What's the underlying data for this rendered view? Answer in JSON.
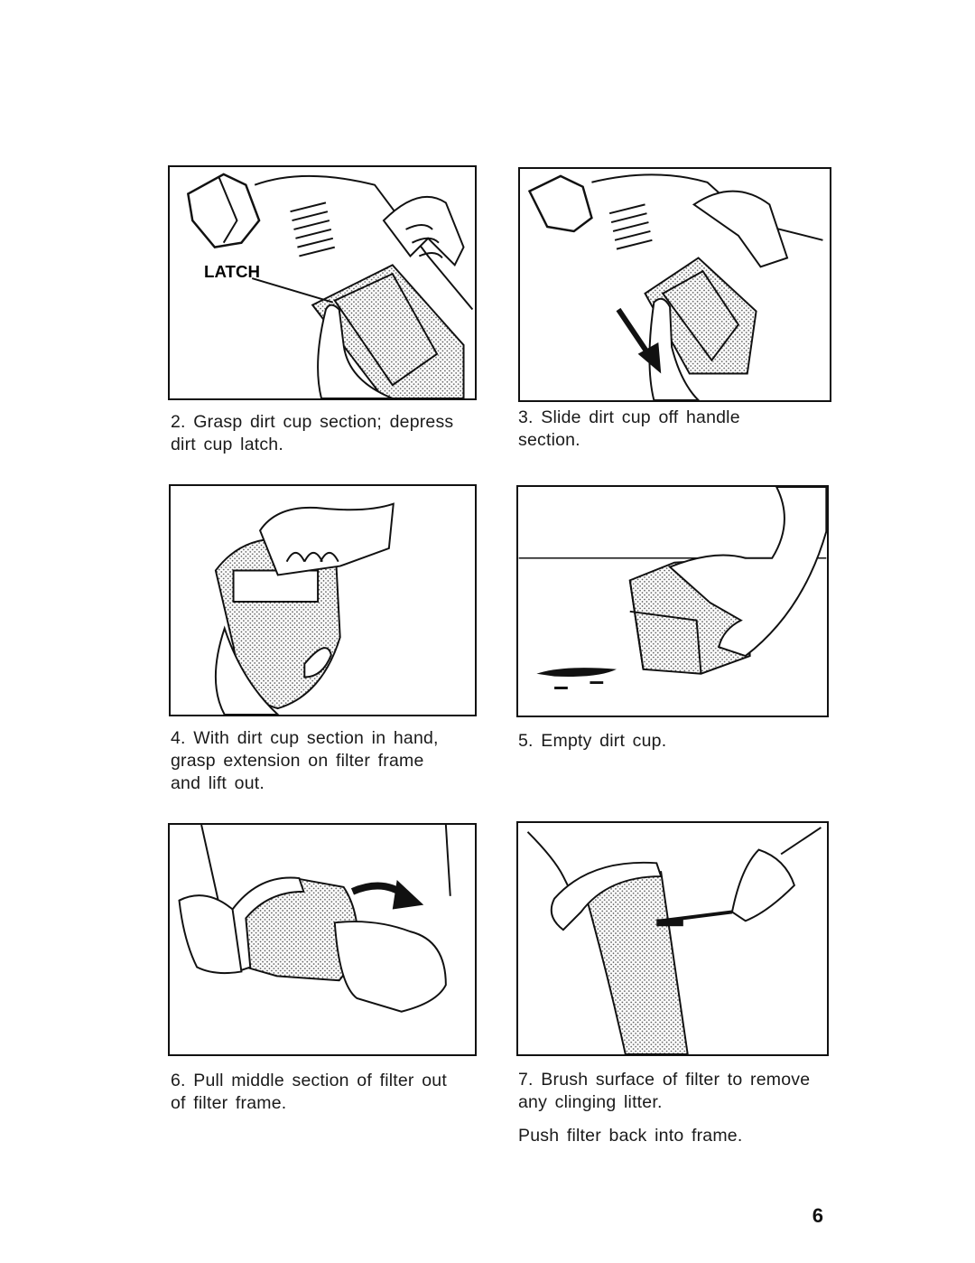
{
  "steps": [
    {
      "number": "2.",
      "text_line1": "Grasp dirt cup section; depress",
      "text_line2": "dirt cup latch."
    },
    {
      "number": "3.",
      "text_line1": "Slide dirt cup off handle",
      "text_line2": "section."
    },
    {
      "number": "4.",
      "text_line1": "With dirt cup section in hand,",
      "text_line2": "grasp extension on filter frame",
      "text_line3": "and lift out."
    },
    {
      "number": "5.",
      "text_line1": "Empty dirt cup."
    },
    {
      "number": "6.",
      "text_line1": "Pull middle section of filter out",
      "text_line2": "of filter frame."
    },
    {
      "number": "7.",
      "text_line1": "Brush surface of filter to remove",
      "text_line2": "any clinging litter.",
      "extra": "Push filter back into frame."
    }
  ],
  "labels": {
    "latch": "LATCH"
  },
  "page_number": "6",
  "illustrations": [
    {
      "name": "latch-illustration",
      "icon": "hand-depressing-latch"
    },
    {
      "name": "slide-off-illustration",
      "icon": "hand-sliding-cup"
    },
    {
      "name": "lift-filter-illustration",
      "icon": "hand-lifting-filter"
    },
    {
      "name": "empty-cup-illustration",
      "icon": "hand-emptying-cup"
    },
    {
      "name": "pull-filter-illustration",
      "icon": "hands-pulling-filter"
    },
    {
      "name": "brush-filter-illustration",
      "icon": "hand-brushing-filter"
    }
  ]
}
